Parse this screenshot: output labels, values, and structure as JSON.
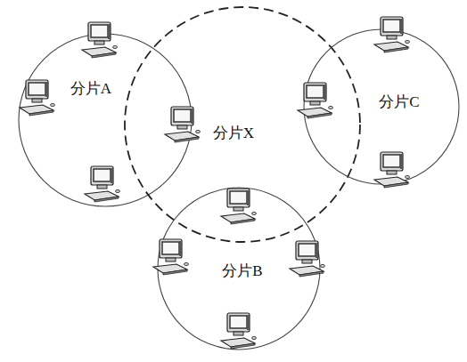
{
  "diagram": {
    "nodes": [
      {
        "text": [
          "分片A"
        ]
      },
      {
        "text": [
          "分片X"
        ]
      },
      {
        "text": [
          "分片C"
        ]
      },
      {
        "text": [
          "分片B"
        ]
      }
    ]
  }
}
